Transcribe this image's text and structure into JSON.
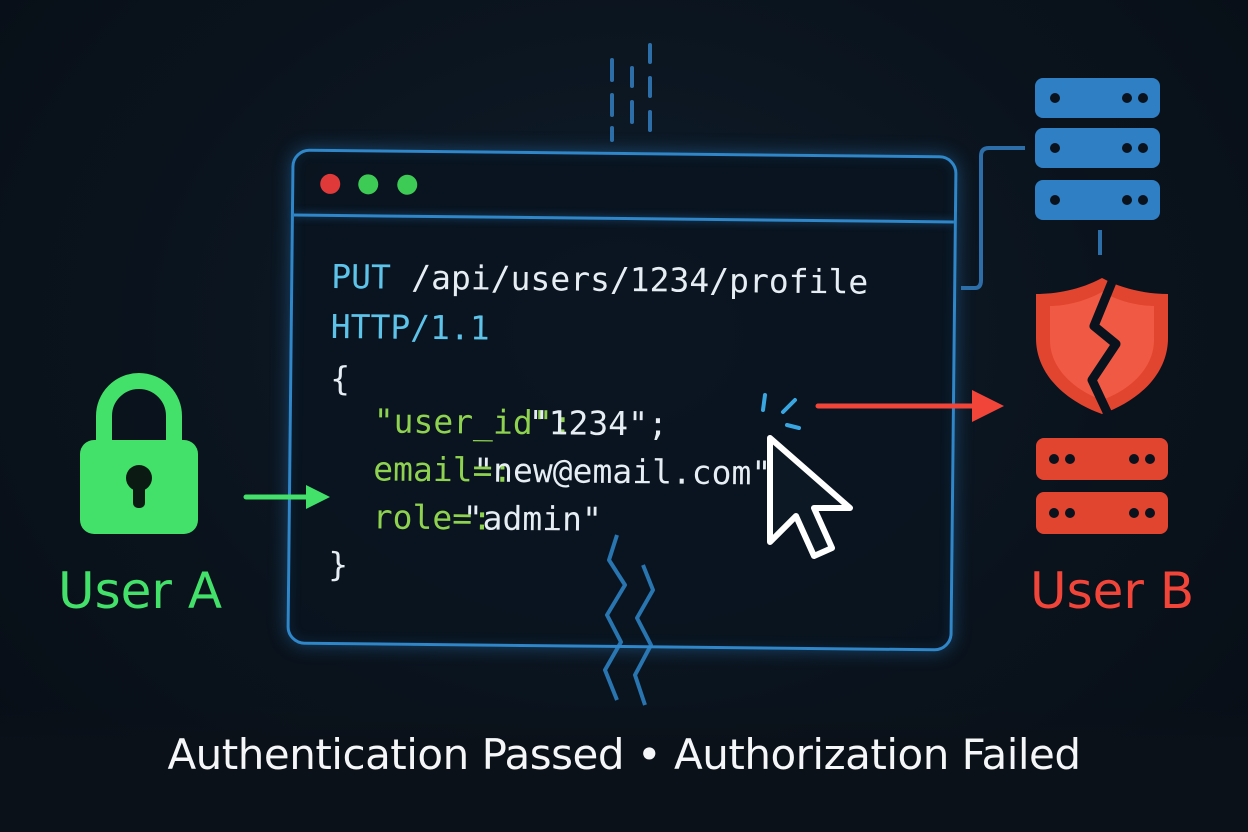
{
  "request": {
    "method": "PUT",
    "path": "/api/users/1234/profile",
    "protocol": "HTTP/1.1",
    "brace_open": "{",
    "brace_close": "}",
    "fields": [
      {
        "key": "\"user_id\":",
        "value": "\"1234\";"
      },
      {
        "key": "email=:",
        "value": "\"new@email.com\";"
      },
      {
        "key": "role=:",
        "value": "\"admin\""
      }
    ]
  },
  "actors": {
    "user_a": "User A",
    "user_b": "User B"
  },
  "caption": "Authentication Passed • Authorization Failed",
  "colors": {
    "user_a": "#43e06a",
    "user_b": "#f2453a",
    "accent_blue": "#2f86c9",
    "server_blue": "#2f7fc4",
    "server_red": "#e2452f"
  },
  "icons": {
    "user_a": "lock-icon",
    "user_b": "broken-shield-icon",
    "servers_top": "server-stack-icon",
    "servers_bottom": "server-stack-icon",
    "pointer": "mouse-cursor-icon"
  }
}
